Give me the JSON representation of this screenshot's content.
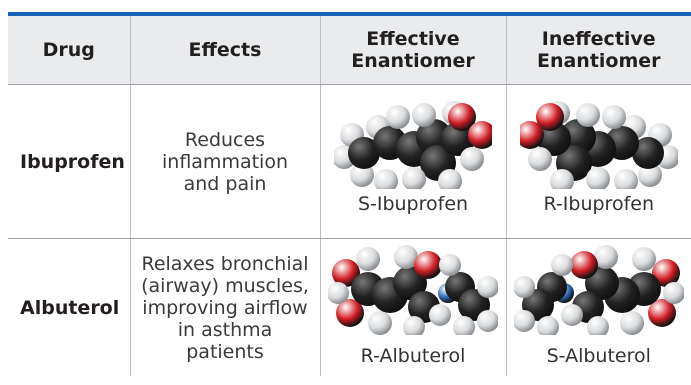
{
  "table": {
    "headers": [
      "Drug",
      "Effects",
      "Effective\nEnantiomer",
      "Ineffective\nEnantiomer"
    ],
    "rows": [
      {
        "drug": "Ibuprofen",
        "effects": [
          "Reduces",
          "inflammation",
          "and pain"
        ],
        "effective": "S-Ibuprofen",
        "ineffective": "R-Ibuprofen"
      },
      {
        "drug": "Albuterol",
        "effects": [
          "Relaxes bronchial",
          "(airway) muscles,",
          "improving airflow",
          "in asthma",
          "patients"
        ],
        "effective": "R-Albuterol",
        "ineffective": "S-Albuterol"
      }
    ]
  },
  "colors": {
    "accent_bar": "#1565b4",
    "header_bg": "#eaebed",
    "carbon": "#222222",
    "hydrogen": "#d9dbdd",
    "oxygen": "#d21f26",
    "nitrogen": "#2c6cb5"
  }
}
